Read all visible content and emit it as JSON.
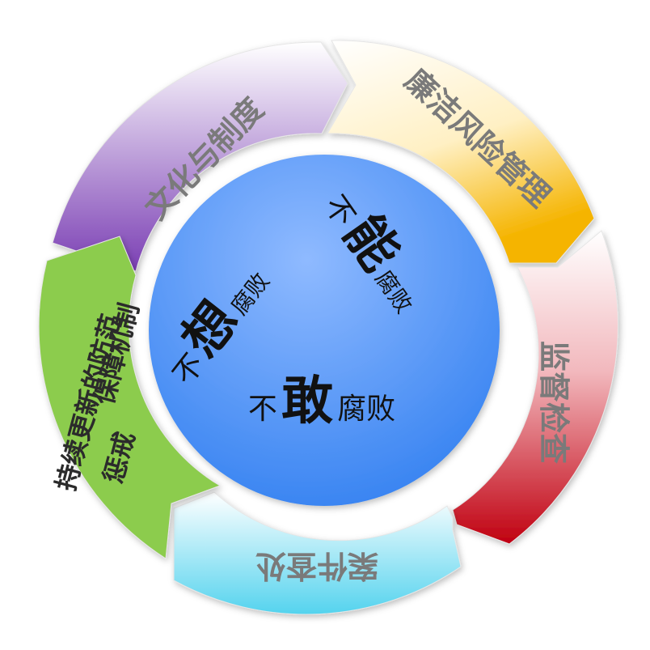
{
  "cycle": {
    "segments": [
      {
        "id": "culture",
        "label": "文化与制度",
        "color_from": "#ffffff",
        "color_to": "#7b3fb4"
      },
      {
        "id": "risk",
        "label": "廉洁风险管理",
        "color_from": "#ffffff",
        "color_to": "#f5b400"
      },
      {
        "id": "supervision",
        "label": "监督检查",
        "color_from": "#ffffff",
        "color_to": "#c00010"
      },
      {
        "id": "case",
        "label": "案件查处",
        "color_from": "#ffffff",
        "color_to": "#54d3ee"
      },
      {
        "id": "mechanism",
        "label_line1": "持续更新的防范",
        "label_line2": "保障机制",
        "label_line3": "惩戒",
        "color": "#8ccc4e"
      }
    ]
  },
  "core": {
    "fill_from": "#7fb0ff",
    "fill_to": "#2f7ef0",
    "items": [
      {
        "pre": "不",
        "big": "想",
        "post": "腐败"
      },
      {
        "pre": "不",
        "big": "能",
        "post": "腐败"
      },
      {
        "pre": "不",
        "big": "敢",
        "post": "腐败"
      }
    ]
  }
}
